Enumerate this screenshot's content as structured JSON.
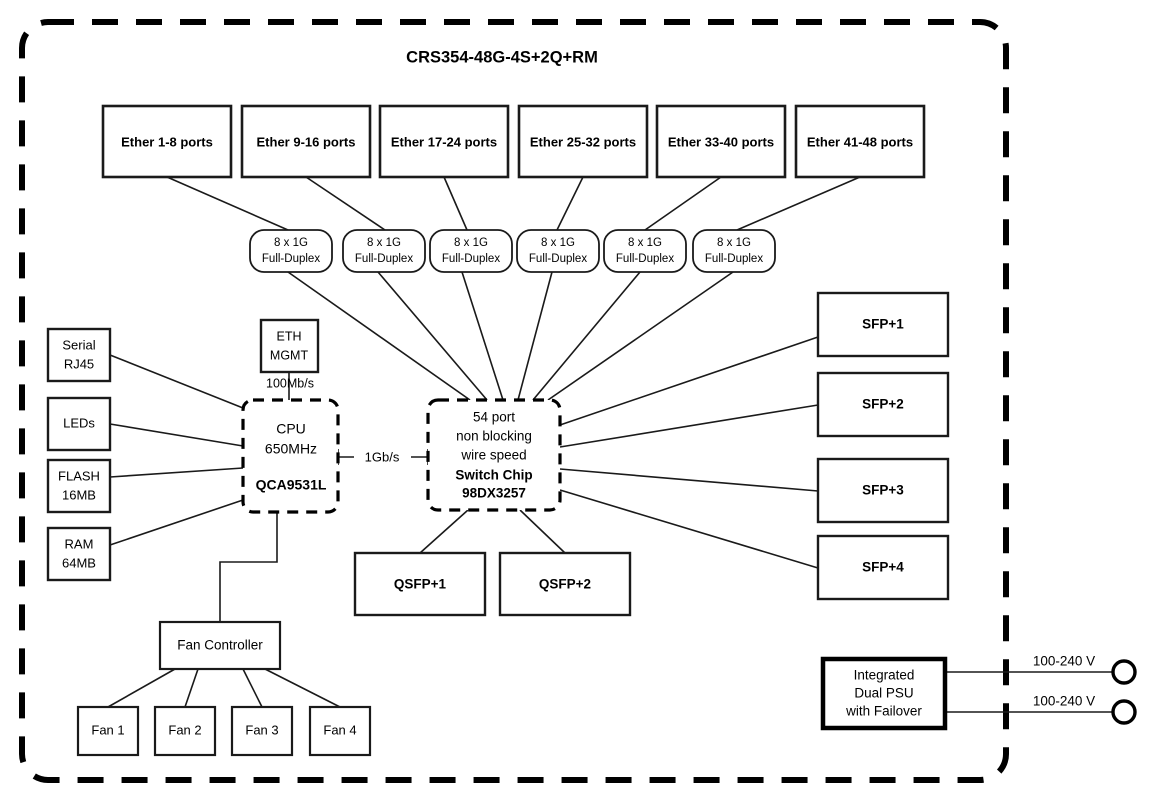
{
  "diagram": {
    "title": "CRS354-48G-4S+2Q+RM",
    "chassis_label": "device-chassis-boundary",
    "ether_boxes": [
      {
        "label": "Ether 1-8 ports"
      },
      {
        "label": "Ether 9-16 ports"
      },
      {
        "label": "Ether 17-24 ports"
      },
      {
        "label": "Ether 25-32 ports"
      },
      {
        "label": "Ether 33-40 ports"
      },
      {
        "label": "Ether 41-48 ports"
      }
    ],
    "phy_pills": [
      {
        "line1": "8 x 1G",
        "line2": "Full-Duplex"
      },
      {
        "line1": "8 x 1G",
        "line2": "Full-Duplex"
      },
      {
        "line1": "8 x 1G",
        "line2": "Full-Duplex"
      },
      {
        "line1": "8 x 1G",
        "line2": "Full-Duplex"
      },
      {
        "line1": "8 x 1G",
        "line2": "Full-Duplex"
      },
      {
        "line1": "8 x 1G",
        "line2": "Full-Duplex"
      }
    ],
    "peripherals": [
      {
        "line1": "Serial",
        "line2": "RJ45"
      },
      {
        "line1": "LEDs",
        "line2": ""
      },
      {
        "line1": "FLASH",
        "line2": "16MB"
      },
      {
        "line1": "RAM",
        "line2": "64MB"
      }
    ],
    "eth_mgmt": {
      "line1": "ETH",
      "line2": "MGMT"
    },
    "cpu": {
      "line1": "CPU",
      "line2": "650MHz",
      "line3": "QCA9531L"
    },
    "switch_chip": {
      "line1": "54 port",
      "line2": "non blocking",
      "line3": "wire speed",
      "line4": "Switch Chip",
      "line5": "98DX3257"
    },
    "link_labels": {
      "mgmt_speed": "100Mb/s",
      "cpu_switch_speed": "1Gb/s"
    },
    "sfp_boxes": [
      {
        "label": "SFP+1"
      },
      {
        "label": "SFP+2"
      },
      {
        "label": "SFP+3"
      },
      {
        "label": "SFP+4"
      }
    ],
    "qsfp_boxes": [
      {
        "label": "QSFP+1"
      },
      {
        "label": "QSFP+2"
      }
    ],
    "fan_controller": {
      "label": "Fan Controller"
    },
    "fans": [
      {
        "label": "Fan 1"
      },
      {
        "label": "Fan 2"
      },
      {
        "label": "Fan 3"
      },
      {
        "label": "Fan 4"
      }
    ],
    "psu": {
      "line1": "Integrated",
      "line2": "Dual PSU",
      "line3": "with Failover",
      "inputs": [
        {
          "label": "100-240 V"
        },
        {
          "label": "100-240 V"
        }
      ]
    },
    "colors": {
      "stroke": "#1a1a1a",
      "text": "#000000",
      "background": "#ffffff"
    }
  }
}
